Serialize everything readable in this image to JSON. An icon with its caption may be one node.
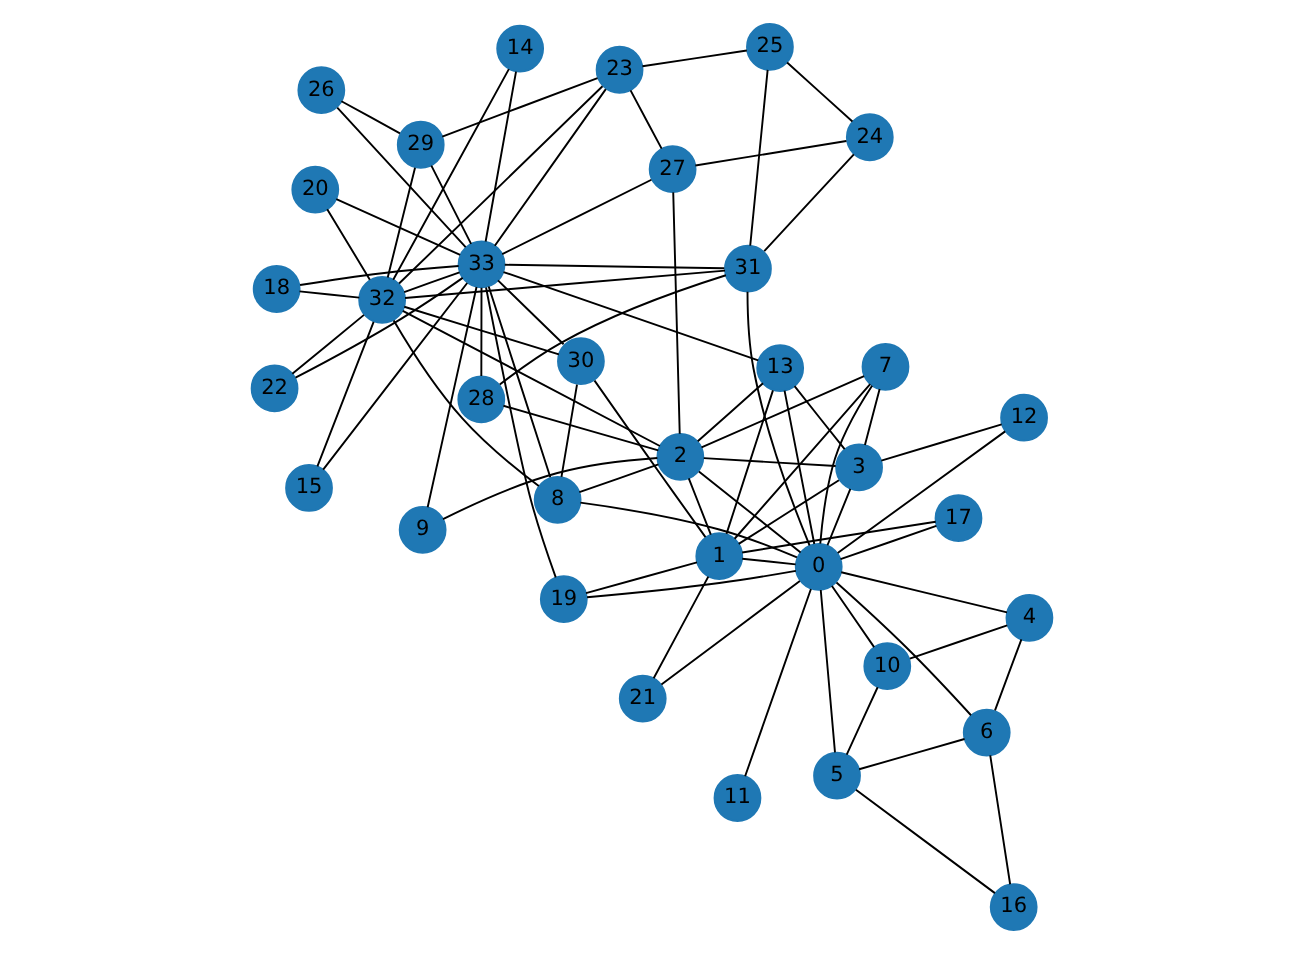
{
  "diagram": {
    "nodes": [
      {
        "text": [
          "0"
        ]
      },
      {
        "text": [
          "1"
        ]
      },
      {
        "text": [
          "2"
        ]
      },
      {
        "text": [
          "3"
        ]
      },
      {
        "text": [
          "4"
        ]
      },
      {
        "text": [
          "5"
        ]
      },
      {
        "text": [
          "6"
        ]
      },
      {
        "text": [
          "7"
        ]
      },
      {
        "text": [
          "8"
        ]
      },
      {
        "text": [
          "9"
        ]
      },
      {
        "text": [
          "10"
        ]
      },
      {
        "text": [
          "11"
        ]
      },
      {
        "text": [
          "12"
        ]
      },
      {
        "text": [
          "13"
        ]
      },
      {
        "text": [
          "14"
        ]
      },
      {
        "text": [
          "15"
        ]
      },
      {
        "text": [
          "16"
        ]
      },
      {
        "text": [
          "17"
        ]
      },
      {
        "text": [
          "18"
        ]
      },
      {
        "text": [
          "19"
        ]
      },
      {
        "text": [
          "20"
        ]
      },
      {
        "text": [
          "21"
        ]
      },
      {
        "text": [
          "22"
        ]
      },
      {
        "text": [
          "23"
        ]
      },
      {
        "text": [
          "24"
        ]
      },
      {
        "text": [
          "25"
        ]
      },
      {
        "text": [
          "26"
        ]
      },
      {
        "text": [
          "27"
        ]
      },
      {
        "text": [
          "28"
        ]
      },
      {
        "text": [
          "29"
        ]
      },
      {
        "text": [
          "30"
        ]
      },
      {
        "text": [
          "31"
        ]
      },
      {
        "text": [
          "32"
        ]
      },
      {
        "text": [
          "33"
        ]
      }
    ],
    "edges": [
      {
        "from": 0,
        "to": 1,
        "arrow": "none"
      },
      {
        "from": 0,
        "to": 2,
        "arrow": "none"
      },
      {
        "from": 0,
        "to": 3,
        "arrow": "none"
      },
      {
        "from": 0,
        "to": 4,
        "arrow": "none"
      },
      {
        "from": 0,
        "to": 5,
        "arrow": "none"
      },
      {
        "from": 0,
        "to": 6,
        "arrow": "none"
      },
      {
        "from": 0,
        "to": 7,
        "arrow": "none"
      },
      {
        "from": 0,
        "to": 8,
        "arrow": "none"
      },
      {
        "from": 0,
        "to": 10,
        "arrow": "none"
      },
      {
        "from": 0,
        "to": 11,
        "arrow": "none"
      },
      {
        "from": 0,
        "to": 12,
        "arrow": "none"
      },
      {
        "from": 0,
        "to": 13,
        "arrow": "none"
      },
      {
        "from": 0,
        "to": 17,
        "arrow": "none"
      },
      {
        "from": 0,
        "to": 19,
        "arrow": "none"
      },
      {
        "from": 0,
        "to": 21,
        "arrow": "none"
      },
      {
        "from": 0,
        "to": 31,
        "arrow": "none"
      },
      {
        "from": 1,
        "to": 2,
        "arrow": "none"
      },
      {
        "from": 1,
        "to": 3,
        "arrow": "none"
      },
      {
        "from": 1,
        "to": 7,
        "arrow": "none"
      },
      {
        "from": 1,
        "to": 13,
        "arrow": "none"
      },
      {
        "from": 1,
        "to": 17,
        "arrow": "none"
      },
      {
        "from": 1,
        "to": 19,
        "arrow": "none"
      },
      {
        "from": 1,
        "to": 21,
        "arrow": "none"
      },
      {
        "from": 1,
        "to": 30,
        "arrow": "none"
      },
      {
        "from": 2,
        "to": 3,
        "arrow": "none"
      },
      {
        "from": 2,
        "to": 7,
        "arrow": "none"
      },
      {
        "from": 2,
        "to": 8,
        "arrow": "none"
      },
      {
        "from": 2,
        "to": 9,
        "arrow": "none"
      },
      {
        "from": 2,
        "to": 13,
        "arrow": "none"
      },
      {
        "from": 2,
        "to": 27,
        "arrow": "none"
      },
      {
        "from": 2,
        "to": 28,
        "arrow": "none"
      },
      {
        "from": 2,
        "to": 32,
        "arrow": "none"
      },
      {
        "from": 3,
        "to": 7,
        "arrow": "none"
      },
      {
        "from": 3,
        "to": 12,
        "arrow": "none"
      },
      {
        "from": 3,
        "to": 13,
        "arrow": "none"
      },
      {
        "from": 4,
        "to": 6,
        "arrow": "none"
      },
      {
        "from": 4,
        "to": 10,
        "arrow": "none"
      },
      {
        "from": 5,
        "to": 6,
        "arrow": "none"
      },
      {
        "from": 5,
        "to": 10,
        "arrow": "none"
      },
      {
        "from": 5,
        "to": 16,
        "arrow": "none"
      },
      {
        "from": 6,
        "to": 16,
        "arrow": "none"
      },
      {
        "from": 8,
        "to": 30,
        "arrow": "none"
      },
      {
        "from": 8,
        "to": 32,
        "arrow": "none"
      },
      {
        "from": 8,
        "to": 33,
        "arrow": "none"
      },
      {
        "from": 9,
        "to": 33,
        "arrow": "none"
      },
      {
        "from": 13,
        "to": 33,
        "arrow": "none"
      },
      {
        "from": 14,
        "to": 32,
        "arrow": "none"
      },
      {
        "from": 14,
        "to": 33,
        "arrow": "none"
      },
      {
        "from": 15,
        "to": 32,
        "arrow": "none"
      },
      {
        "from": 15,
        "to": 33,
        "arrow": "none"
      },
      {
        "from": 18,
        "to": 32,
        "arrow": "none"
      },
      {
        "from": 18,
        "to": 33,
        "arrow": "none"
      },
      {
        "from": 19,
        "to": 33,
        "arrow": "none"
      },
      {
        "from": 20,
        "to": 32,
        "arrow": "none"
      },
      {
        "from": 20,
        "to": 33,
        "arrow": "none"
      },
      {
        "from": 22,
        "to": 32,
        "arrow": "none"
      },
      {
        "from": 22,
        "to": 33,
        "arrow": "none"
      },
      {
        "from": 23,
        "to": 25,
        "arrow": "none"
      },
      {
        "from": 23,
        "to": 27,
        "arrow": "none"
      },
      {
        "from": 23,
        "to": 29,
        "arrow": "none"
      },
      {
        "from": 23,
        "to": 32,
        "arrow": "none"
      },
      {
        "from": 23,
        "to": 33,
        "arrow": "none"
      },
      {
        "from": 24,
        "to": 25,
        "arrow": "none"
      },
      {
        "from": 24,
        "to": 27,
        "arrow": "none"
      },
      {
        "from": 24,
        "to": 31,
        "arrow": "none"
      },
      {
        "from": 25,
        "to": 31,
        "arrow": "none"
      },
      {
        "from": 26,
        "to": 29,
        "arrow": "none"
      },
      {
        "from": 26,
        "to": 33,
        "arrow": "none"
      },
      {
        "from": 27,
        "to": 33,
        "arrow": "none"
      },
      {
        "from": 28,
        "to": 31,
        "arrow": "none"
      },
      {
        "from": 28,
        "to": 33,
        "arrow": "none"
      },
      {
        "from": 29,
        "to": 32,
        "arrow": "none"
      },
      {
        "from": 29,
        "to": 33,
        "arrow": "none"
      },
      {
        "from": 30,
        "to": 32,
        "arrow": "none"
      },
      {
        "from": 30,
        "to": 33,
        "arrow": "none"
      },
      {
        "from": 31,
        "to": 32,
        "arrow": "none"
      },
      {
        "from": 31,
        "to": 33,
        "arrow": "none"
      },
      {
        "from": 32,
        "to": 33,
        "arrow": "none"
      }
    ]
  }
}
